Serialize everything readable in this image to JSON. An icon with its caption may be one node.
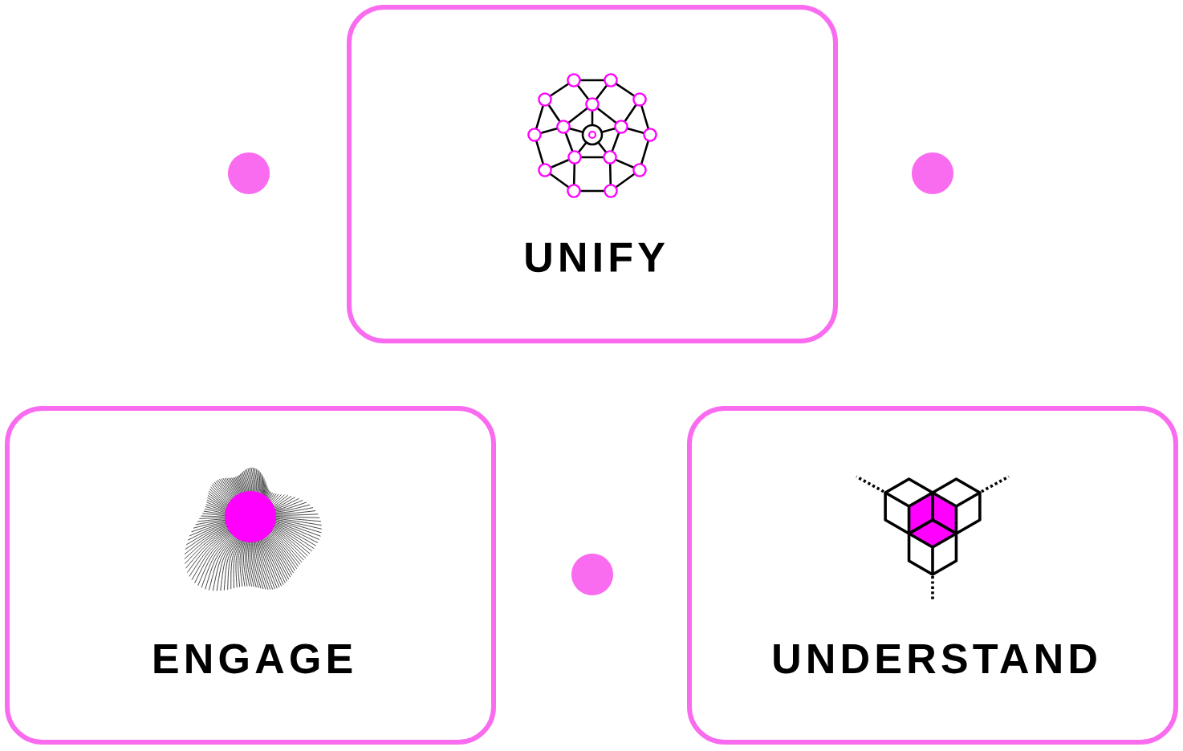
{
  "diagram": {
    "nodes": [
      {
        "text": [
          "UNIFY"
        ]
      },
      {
        "text": [
          "ENGAGE"
        ]
      },
      {
        "text": [
          "UNDERSTAND"
        ]
      }
    ]
  }
}
